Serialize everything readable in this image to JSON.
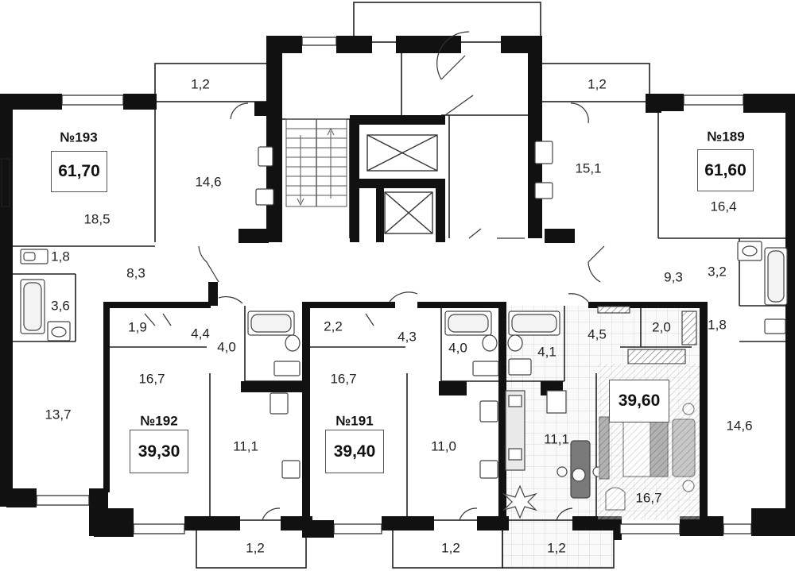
{
  "apartments": [
    {
      "number": "№193",
      "area": "61,70"
    },
    {
      "number": "№189",
      "area": "61,60"
    },
    {
      "number": "№192",
      "area": "39,30"
    },
    {
      "number": "№191",
      "area": "39,40"
    },
    {
      "number": "",
      "area": "39,60"
    }
  ],
  "room_areas": [
    "1,2",
    "1,2",
    "18,5",
    "14,6",
    "15,1",
    "16,4",
    "1,8",
    "8,3",
    "9,3",
    "3,2",
    "3,6",
    "1,8",
    "1,9",
    "4,4",
    "4,0",
    "2,2",
    "4,3",
    "4,0",
    "4,1",
    "4,5",
    "2,0",
    "16,7",
    "16,7",
    "13,7",
    "14,6",
    "11,1",
    "11,0",
    "11,1",
    "16,7",
    "1,2",
    "1,2",
    "1,2"
  ]
}
